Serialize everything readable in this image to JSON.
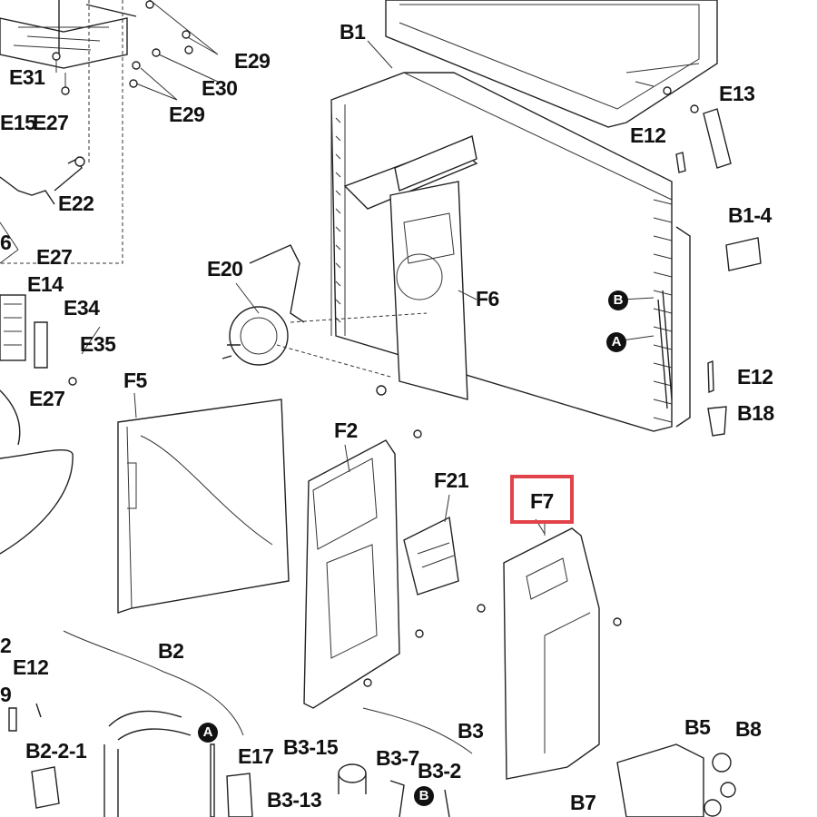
{
  "highlight_color": "#e2434b",
  "labels": {
    "E31": "E31",
    "E27a": "E27",
    "E29a": "E29",
    "E30": "E30",
    "E29b": "E29",
    "E15": "E15",
    "E22": "E22",
    "E27b": "E27",
    "E14": "E14",
    "E34": "E34",
    "E35": "E35",
    "E27c": "E27",
    "E20": "E20",
    "B1": "B1",
    "E13": "E13",
    "E12a": "E12",
    "B1_4": "B1-4",
    "F6": "F6",
    "E12b": "E12",
    "B18": "B18",
    "F5": "F5",
    "F2": "F2",
    "F21": "F21",
    "F7": "F7",
    "B2": "B2",
    "E12c": "E12",
    "E17": "E17",
    "B3_15": "B3-15",
    "B3": "B3",
    "B5": "B5",
    "B8": "B8",
    "B2_2_1": "B2-2-1",
    "B3_7": "B3-7",
    "B3_2": "B3-2",
    "B3_13": "B3-13",
    "B7": "B7",
    "frag_6": "6",
    "frag_2": "2",
    "frag_9": "9"
  },
  "markers": {
    "B_upper": "B",
    "A_upper": "A",
    "A_lower": "A",
    "B_lower": "B"
  }
}
